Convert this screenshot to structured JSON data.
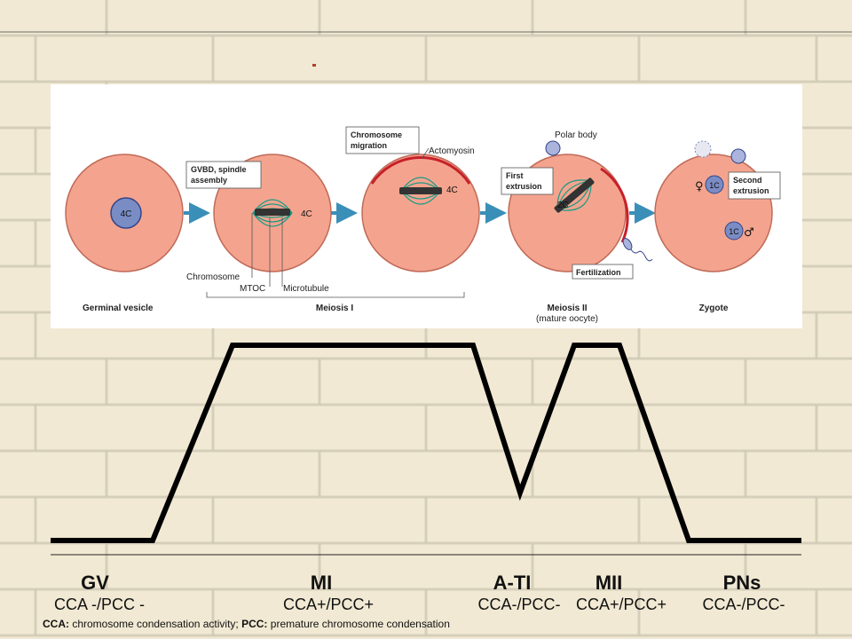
{
  "diagram": {
    "cells": {
      "gv_label": "4C",
      "mi_label": "4C",
      "mig_label": "4C",
      "mii_label": "2C",
      "z_female": "1C",
      "z_male": "1C"
    },
    "callouts": {
      "gvbd_line1": "GVBD, spindle",
      "gvbd_line2": "assembly",
      "migration_line1": "Chromosome",
      "migration_line2": "migration",
      "actomyosin": "Actomyosin",
      "polar_body": "Polar body",
      "first_line1": "First",
      "first_line2": "extrusion",
      "second_line1": "Second",
      "second_line2": "extrusion",
      "fertilization": "Fertilization",
      "chromosome": "Chromosome",
      "mtoc": "MTOC",
      "microtubule": "Microtubule",
      "female_symbol": "♀",
      "male_symbol": "♂"
    },
    "phase_labels": {
      "germinal": "Germinal vesicle",
      "meiosis1": "Meiosis I",
      "meiosis2": "Meiosis II",
      "mature": "(mature oocyte)",
      "zygote": "Zygote"
    }
  },
  "stages": [
    {
      "name": "GV",
      "condition": "CCA -/PCC -"
    },
    {
      "name": "MI",
      "condition": "CCA+/PCC+"
    },
    {
      "name": "A-TI",
      "condition": "CCA-/PCC-"
    },
    {
      "name": "MII",
      "condition": "CCA+/PCC+"
    },
    {
      "name": "PNs",
      "condition": "CCA-/PCC-"
    }
  ],
  "footnote": {
    "cca_abbr": "CCA:",
    "cca_def": " chromosome condensation activity; ",
    "pcc_abbr": "PCC:",
    "pcc_def": " premature chromosome condensation"
  },
  "colors": {
    "cell_fill": "#f4a48e",
    "cell_stroke": "#c06a58",
    "spindle": "#1a9a86",
    "actomyosin": "#c8202a",
    "chromatin": "#7a8cc4",
    "graph_line": "#000000"
  }
}
